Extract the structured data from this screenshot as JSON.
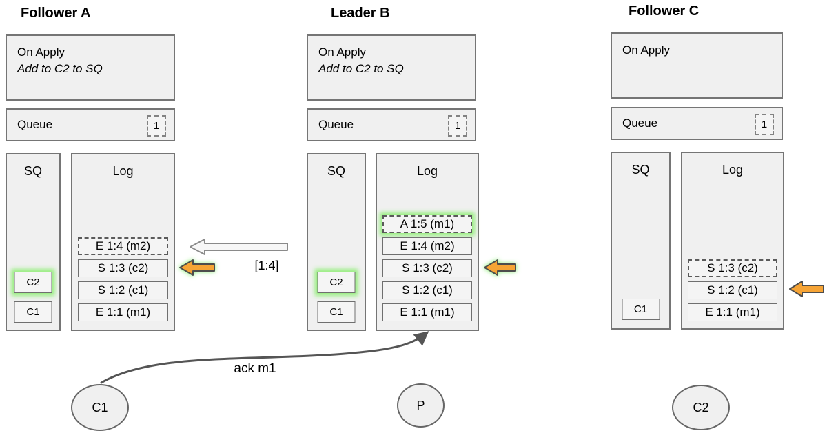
{
  "nodes": [
    {
      "role": "follower",
      "title": "Follower A",
      "on_apply": {
        "title": "On Apply",
        "action": "Add to C2 to SQ"
      },
      "queue": {
        "label": "Queue",
        "count": "1"
      },
      "sq": {
        "label": "SQ",
        "items": [
          {
            "label": "C2",
            "highlighted": true
          },
          {
            "label": "C1",
            "highlighted": false
          }
        ]
      },
      "log": {
        "label": "Log",
        "entries": [
          {
            "text": "E 1:4 (m2)",
            "style": "dashed",
            "highlighted": false
          },
          {
            "text": "S 1:3 (c2)",
            "style": "solid",
            "highlighted": false
          },
          {
            "text": "S 1:2 (c1)",
            "style": "solid",
            "highlighted": false
          },
          {
            "text": "E 1:1 (m1)",
            "style": "solid",
            "highlighted": false
          }
        ]
      }
    },
    {
      "role": "leader",
      "title": "Leader B",
      "on_apply": {
        "title": "On Apply",
        "action": "Add to C2 to SQ"
      },
      "queue": {
        "label": "Queue",
        "count": "1"
      },
      "sq": {
        "label": "SQ",
        "items": [
          {
            "label": "C2",
            "highlighted": true
          },
          {
            "label": "C1",
            "highlighted": false
          }
        ]
      },
      "log": {
        "label": "Log",
        "entries": [
          {
            "text": "A 1:5 (m1)",
            "style": "dashed",
            "highlighted": true
          },
          {
            "text": "E 1:4 (m2)",
            "style": "solid",
            "highlighted": false
          },
          {
            "text": "S 1:3 (c2)",
            "style": "solid",
            "highlighted": false
          },
          {
            "text": "S 1:2 (c1)",
            "style": "solid",
            "highlighted": false
          },
          {
            "text": "E 1:1 (m1)",
            "style": "solid",
            "highlighted": false
          }
        ]
      }
    },
    {
      "role": "follower",
      "title": "Follower C",
      "on_apply": {
        "title": "On Apply"
      },
      "queue": {
        "label": "Queue",
        "count": "1"
      },
      "sq": {
        "label": "SQ",
        "items": [
          {
            "label": "C1",
            "highlighted": false
          }
        ]
      },
      "log": {
        "label": "Log",
        "entries": [
          {
            "text": "S 1:3 (c2)",
            "style": "dashed",
            "highlighted": false
          },
          {
            "text": "S 1:2 (c1)",
            "style": "solid",
            "highlighted": false
          },
          {
            "text": "E 1:1 (m1)",
            "style": "solid",
            "highlighted": false
          }
        ]
      }
    }
  ],
  "messages": {
    "replicate_label": "[1:4]",
    "ack_label": "ack m1"
  },
  "actors": [
    {
      "label": "C1"
    },
    {
      "label": "P"
    },
    {
      "label": "C2"
    }
  ],
  "icons": {
    "replicate_arrow": "left-block-arrow-white",
    "cursor_arrow": "left-block-arrow-orange",
    "ack_arrow": "curved-arrow-gray"
  },
  "colors": {
    "box_fill": "#f0f0f0",
    "box_border": "#757575",
    "highlight_green": "#8fee7a",
    "arrow_orange": "#f6a436",
    "ack_stroke": "#555555"
  }
}
